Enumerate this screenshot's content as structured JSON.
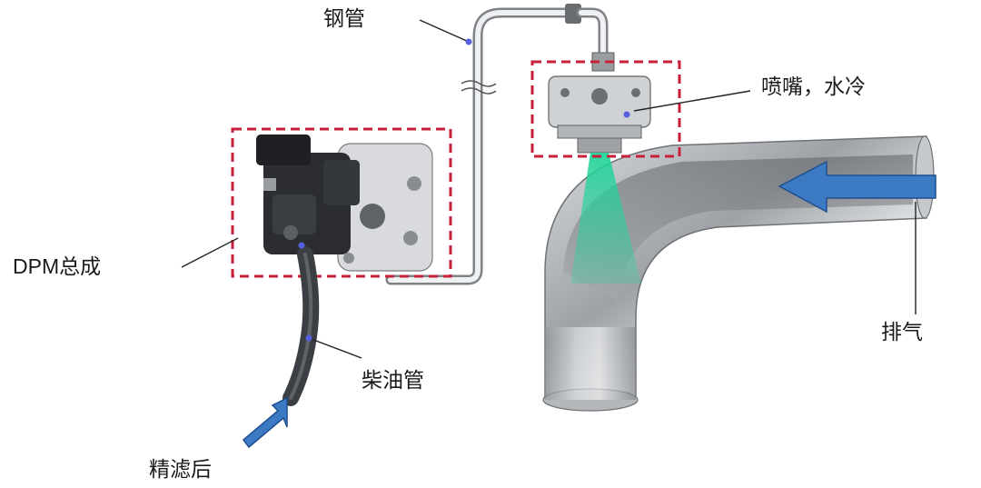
{
  "labels": {
    "steel_pipe": "钢管",
    "nozzle": "喷嘴，水冷",
    "dpm_assembly": "DPM总成",
    "diesel_pipe": "柴油管",
    "exhaust": "排气",
    "after_fine_filter": "精滤后"
  },
  "colors": {
    "dashed_box": "#c8203a",
    "exhaust_arrow": "#3d7ac4",
    "spray": "#22d39a",
    "leader_dot": "#5560e0",
    "label_text": "#1a1a1a"
  },
  "icons": {
    "exhaust_arrow": "arrow-left-icon",
    "inflow_arrow": "arrow-up-right-icon"
  }
}
